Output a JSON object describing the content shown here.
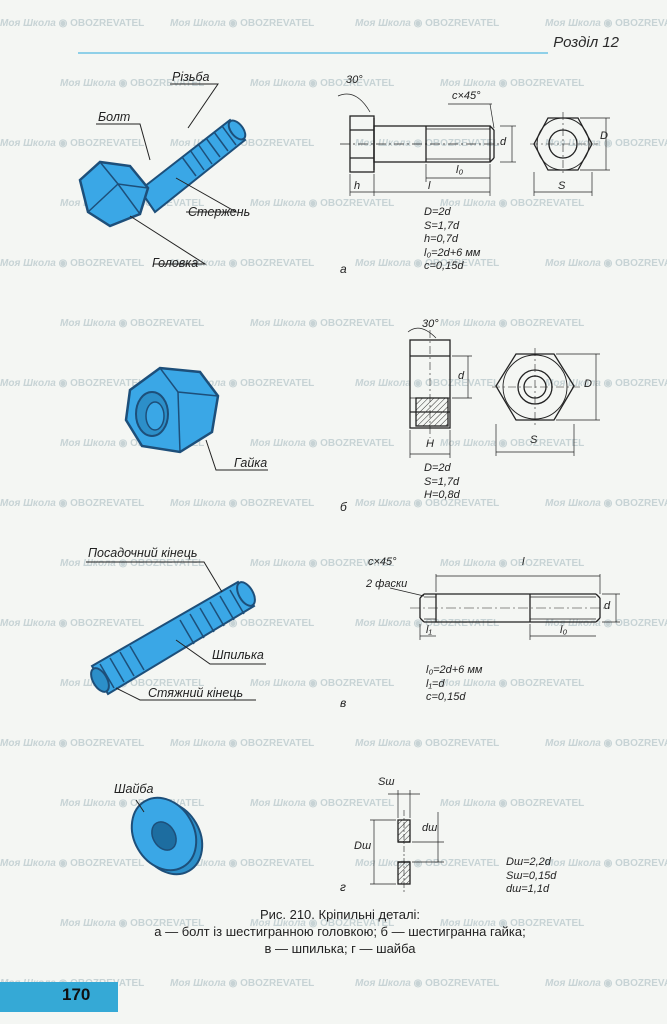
{
  "header": {
    "section": "Розділ 12"
  },
  "bolt": {
    "labels": {
      "thread": "Різьба",
      "bolt": "Болт",
      "shank": "Стержень",
      "head": "Головка"
    },
    "dims": {
      "angle": "30°",
      "chamfer": "c×45°",
      "d": "d",
      "D": "D",
      "l0": "l₀",
      "h": "h",
      "l": "l",
      "S": "S"
    },
    "formulas": [
      "D=2d",
      "S=1,7d",
      "h=0,7d",
      "l₀=2d+6 мм",
      "c=0,15d"
    ],
    "letter": "а"
  },
  "nut": {
    "labels": {
      "nut": "Гайка"
    },
    "dims": {
      "angle": "30°",
      "d": "d",
      "D": "D",
      "H": "H",
      "S": "S"
    },
    "formulas": [
      "D=2d",
      "S=1,7d",
      "H=0,8d"
    ],
    "letter": "б"
  },
  "stud": {
    "labels": {
      "landing_end": "Посадочний кінець",
      "stud": "Шпилька",
      "tightening_end": "Стяжний кінець"
    },
    "dims": {
      "chamfer": "c×45°",
      "two_chamfers": "2 фаски",
      "l": "l",
      "l1": "l₁",
      "l0": "l₀",
      "d": "d"
    },
    "formulas": [
      "l₀=2d+6 мм",
      "l₁=d",
      "c=0,15d"
    ],
    "letter": "в"
  },
  "washer": {
    "labels": {
      "washer": "Шайба"
    },
    "dims": {
      "Sw": "Sш",
      "Dw": "Dш",
      "dw": "dш"
    },
    "formulas": [
      "Dш=2,2d",
      "Sш=0,15d",
      "dш=1,1d"
    ],
    "letter": "г"
  },
  "caption": {
    "line1": "Рис. 210. Кріпильні деталі:",
    "line2": "а — болт із шестигранною головкою; б — шестигранна гайка;",
    "line3": "в — шпилька; г — шайба"
  },
  "page_number": "170",
  "watermark": {
    "school": "Моя Школа",
    "brand": "OBOZREVATEL"
  },
  "colors": {
    "accent": "#3aa7e6",
    "outline": "#1d4f7a",
    "page_badge": "#35a9d6"
  }
}
